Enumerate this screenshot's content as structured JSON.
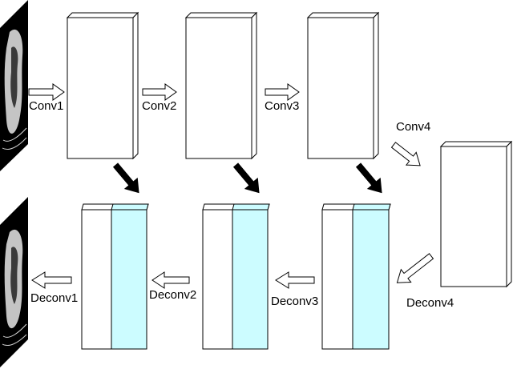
{
  "encoder": {
    "labels": [
      "Conv1",
      "Conv2",
      "Conv3",
      "Conv4"
    ]
  },
  "decoder": {
    "labels": [
      "Deconv1",
      "Deconv2",
      "Deconv3",
      "Deconv4"
    ]
  },
  "colors": {
    "block_fill": "#ffffff",
    "block_stroke": "#000000",
    "skip_feature_fill": "#ccfcff",
    "skip_arrow_fill": "#000000",
    "flow_arrow_fill": "#ffffff",
    "image_background": "#000000"
  },
  "icons": {
    "input_image": "input-image-icon",
    "output_image": "output-image-icon",
    "flow_arrow": "arrow-right-icon",
    "skip_arrow": "arrow-down-right-icon"
  }
}
